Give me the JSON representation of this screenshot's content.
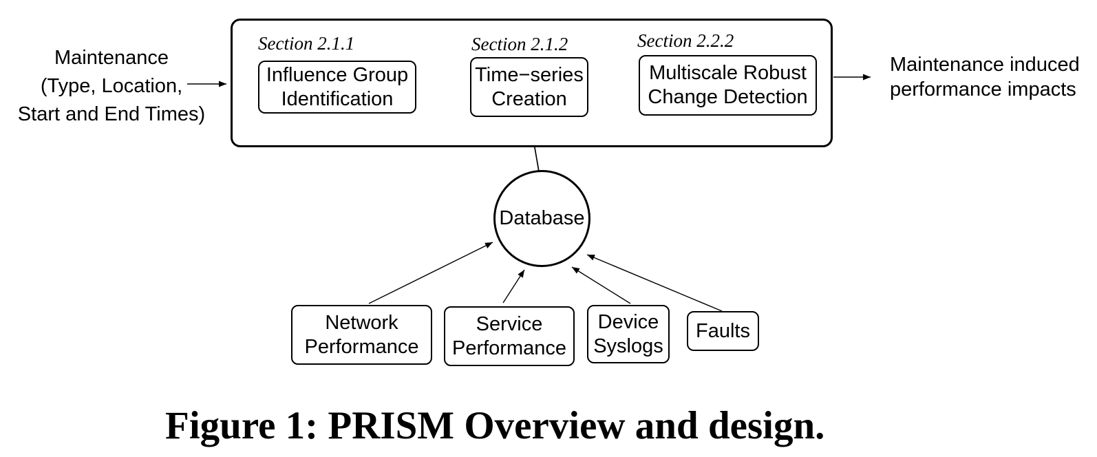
{
  "figure": {
    "caption": "Figure 1: PRISM Overview and design.",
    "colors": {
      "ink": "#000000",
      "background": "#ffffff"
    },
    "input_label_lines": [
      "Maintenance",
      "(Type, Location,",
      "Start and End Times)"
    ],
    "output_label_lines": [
      "Maintenance induced",
      "performance impacts"
    ],
    "pipeline": {
      "stages": [
        {
          "section": "Section 2.1.1",
          "label_lines": [
            "Influence Group",
            "Identification"
          ]
        },
        {
          "section": "Section 2.1.2",
          "label_lines": [
            "Time−series",
            "Creation"
          ]
        },
        {
          "section": "Section 2.2.2",
          "label_lines": [
            "Multiscale Robust",
            "Change Detection"
          ]
        }
      ]
    },
    "database_label": "Database",
    "sources": [
      {
        "label_lines": [
          "Network",
          "Performance"
        ]
      },
      {
        "label_lines": [
          "Service",
          "Performance"
        ]
      },
      {
        "label_lines": [
          "Device",
          "Syslogs"
        ]
      },
      {
        "label_lines": [
          "Faults"
        ]
      }
    ]
  }
}
